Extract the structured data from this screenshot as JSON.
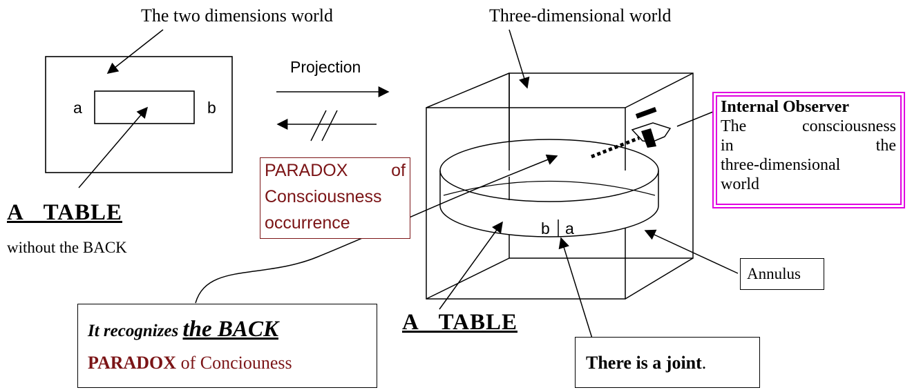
{
  "titles": {
    "two_dim": "The two dimensions world",
    "three_dim": "Three-dimensional world"
  },
  "projection": "Projection",
  "left_labels": {
    "a": "a",
    "b": "b"
  },
  "table_left": {
    "heading": "A   TABLE",
    "sub": "without the BACK"
  },
  "paradox_box": {
    "line1a": "PARADOX",
    "line1b": "of",
    "line2": "Consciousness",
    "line3": "occurrence"
  },
  "observer": {
    "title": "Internal Observer",
    "line1a": "The",
    "line1b": "consciousness",
    "line2a": "in",
    "line2b": "the",
    "line3": "three-dimensional",
    "line4": "world"
  },
  "joint_labels": {
    "b": "b",
    "a": "a"
  },
  "annulus": "Annulus",
  "table_right": "A   TABLE",
  "recognize_box": {
    "prefix": "It recognizes ",
    "emph": "the BACK",
    "line2a": "PARADOX",
    "line2b": " of Conciouness"
  },
  "joint_box": {
    "text": "There is a joint",
    "period": "."
  },
  "colors": {
    "maroon": "#7b1416",
    "magenta": "#e000e0",
    "line": "#000000"
  }
}
